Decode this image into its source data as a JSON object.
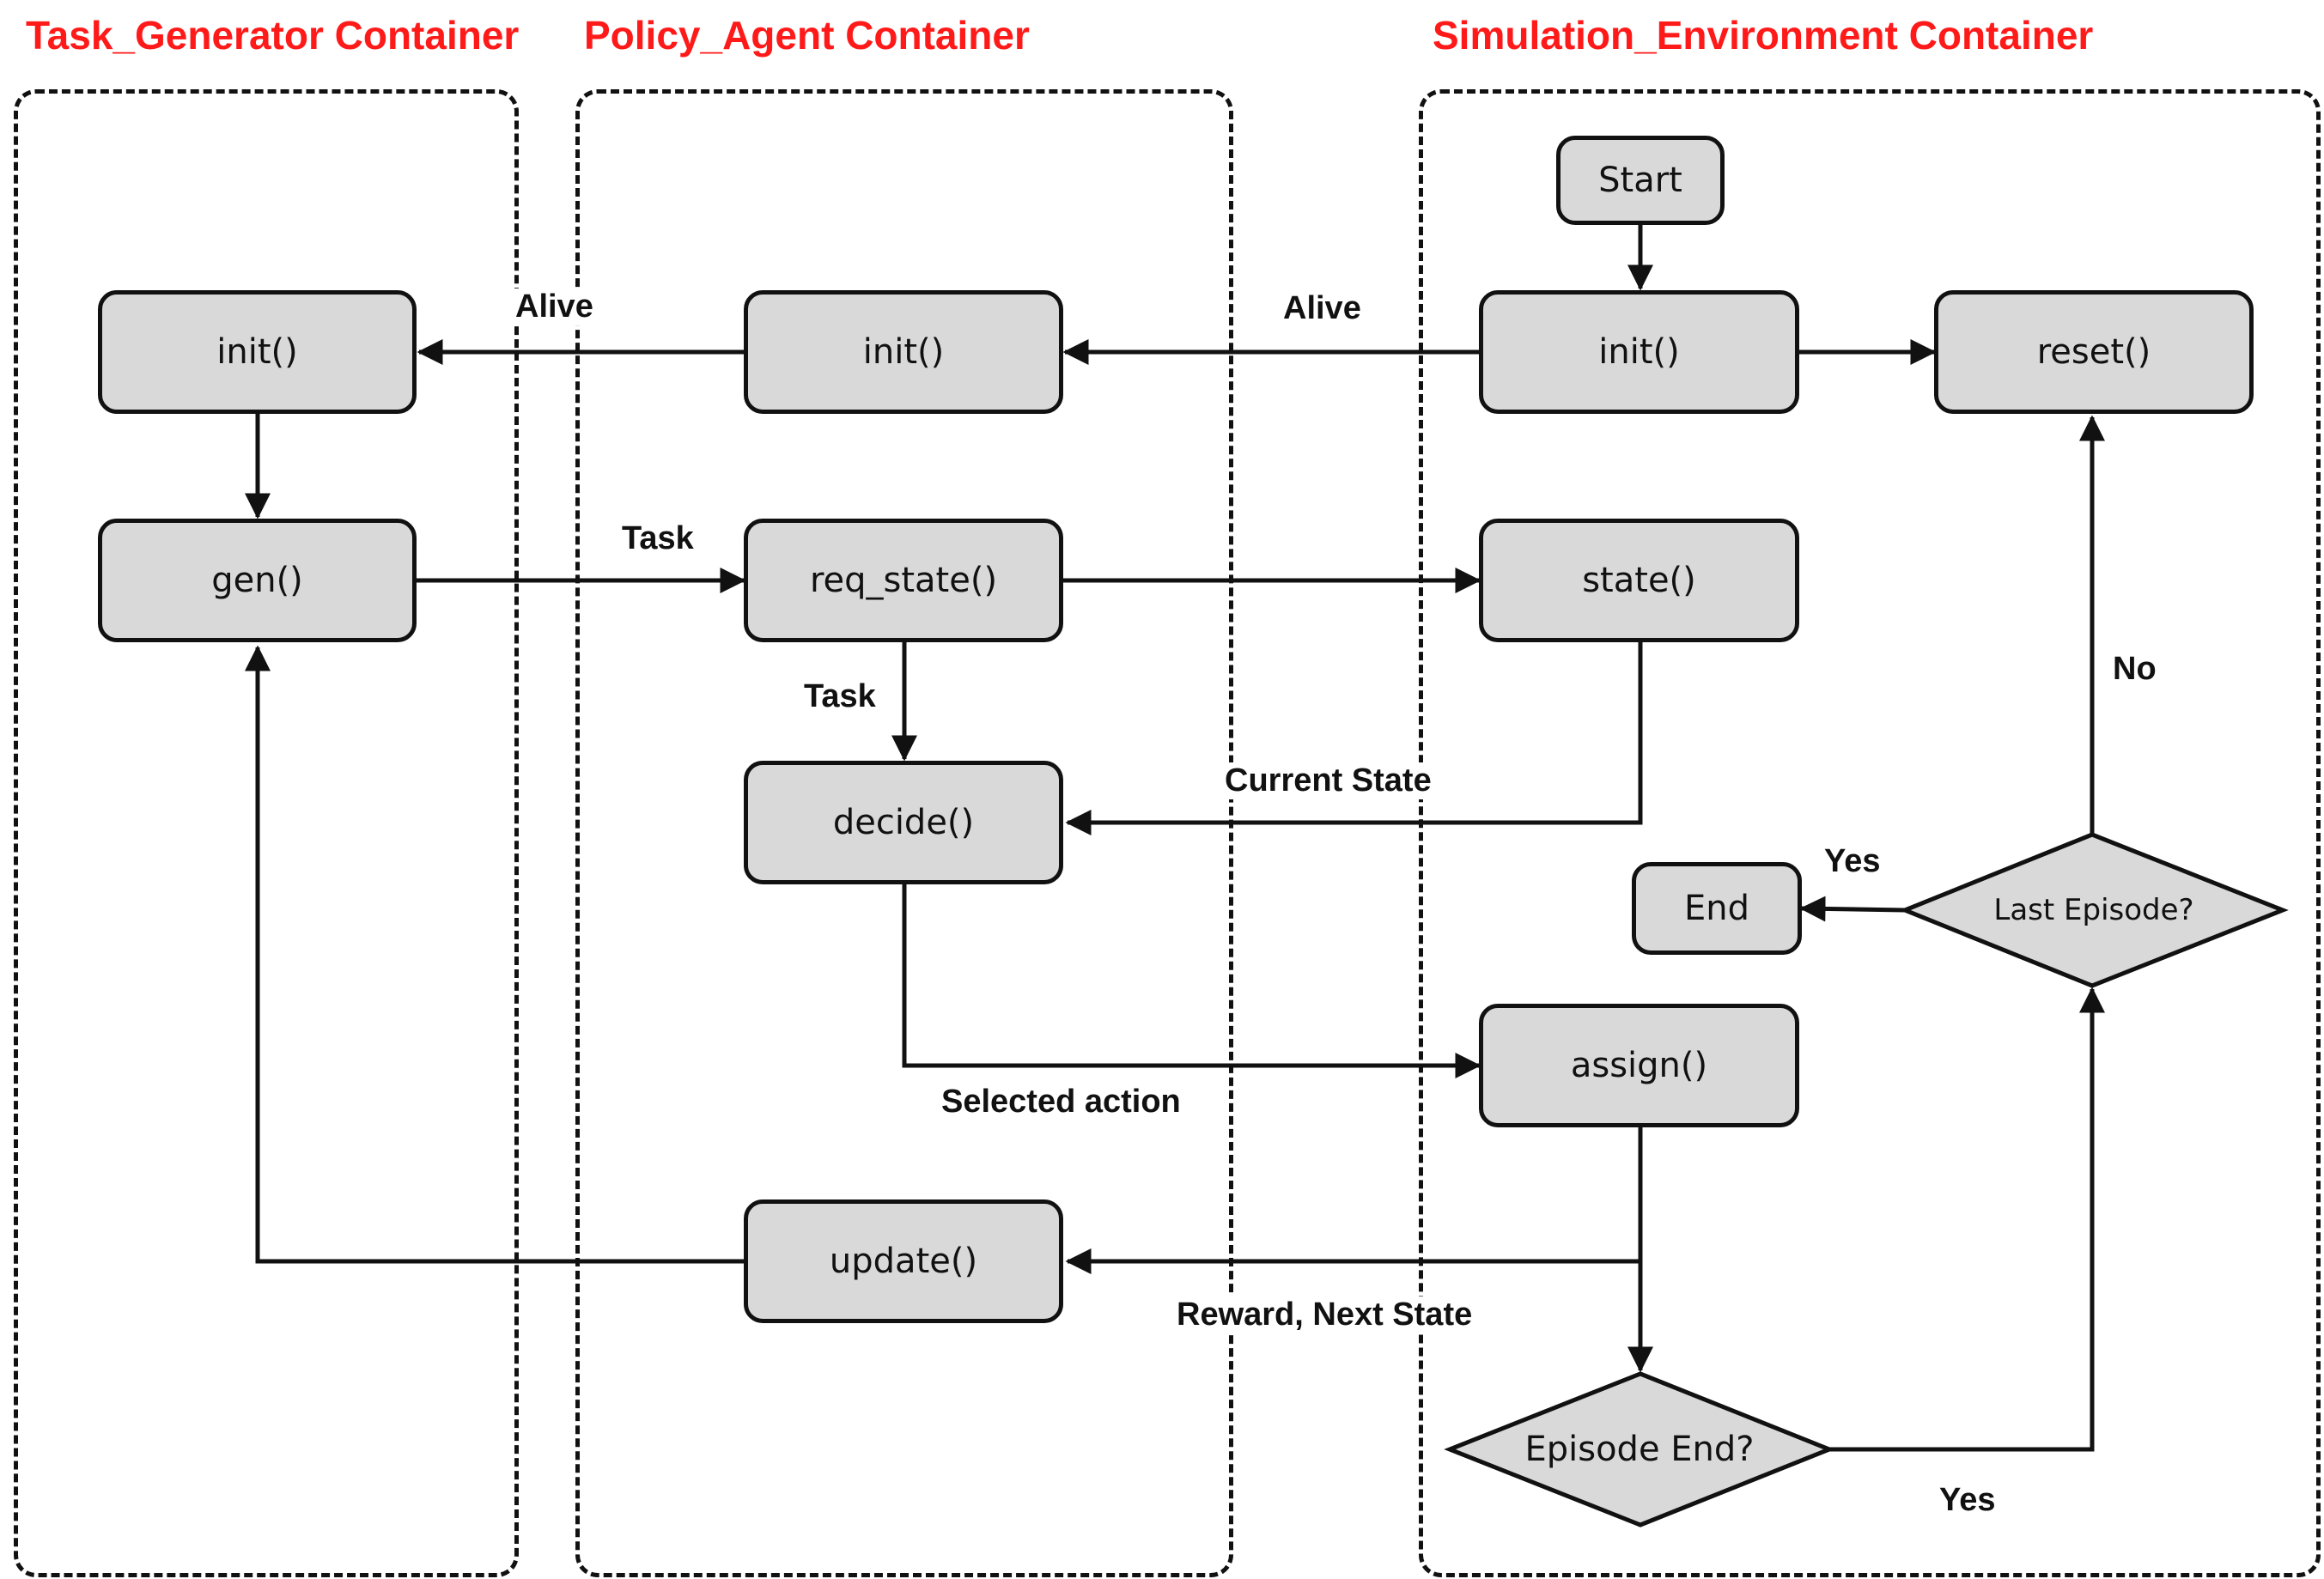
{
  "containers": {
    "task_generator": "Task_Generator Container",
    "policy_agent": "Policy_Agent Container",
    "simulation_environment": "Simulation_Environment Container"
  },
  "nodes": {
    "tg_init": "init()",
    "tg_gen": "gen()",
    "pa_init": "init()",
    "pa_req_state": "req_state()",
    "pa_decide": "decide()",
    "pa_update": "update()",
    "se_start": "Start",
    "se_init": "init()",
    "se_reset": "reset()",
    "se_state": "state()",
    "se_end": "End",
    "se_assign": "assign()",
    "se_last_episode": "Last Episode?",
    "se_episode_end": "Episode End?"
  },
  "edges": {
    "alive_1": "Alive",
    "alive_2": "Alive",
    "task_1": "Task",
    "task_2": "Task",
    "current_state": "Current State",
    "selected_action": "Selected action",
    "reward_next_state": "Reward, Next State",
    "yes_1": "Yes",
    "yes_2": "Yes",
    "no": "No"
  },
  "colors": {
    "title_red": "#ff1a1a",
    "node_fill": "#d9d9d9",
    "stroke": "#111111"
  }
}
